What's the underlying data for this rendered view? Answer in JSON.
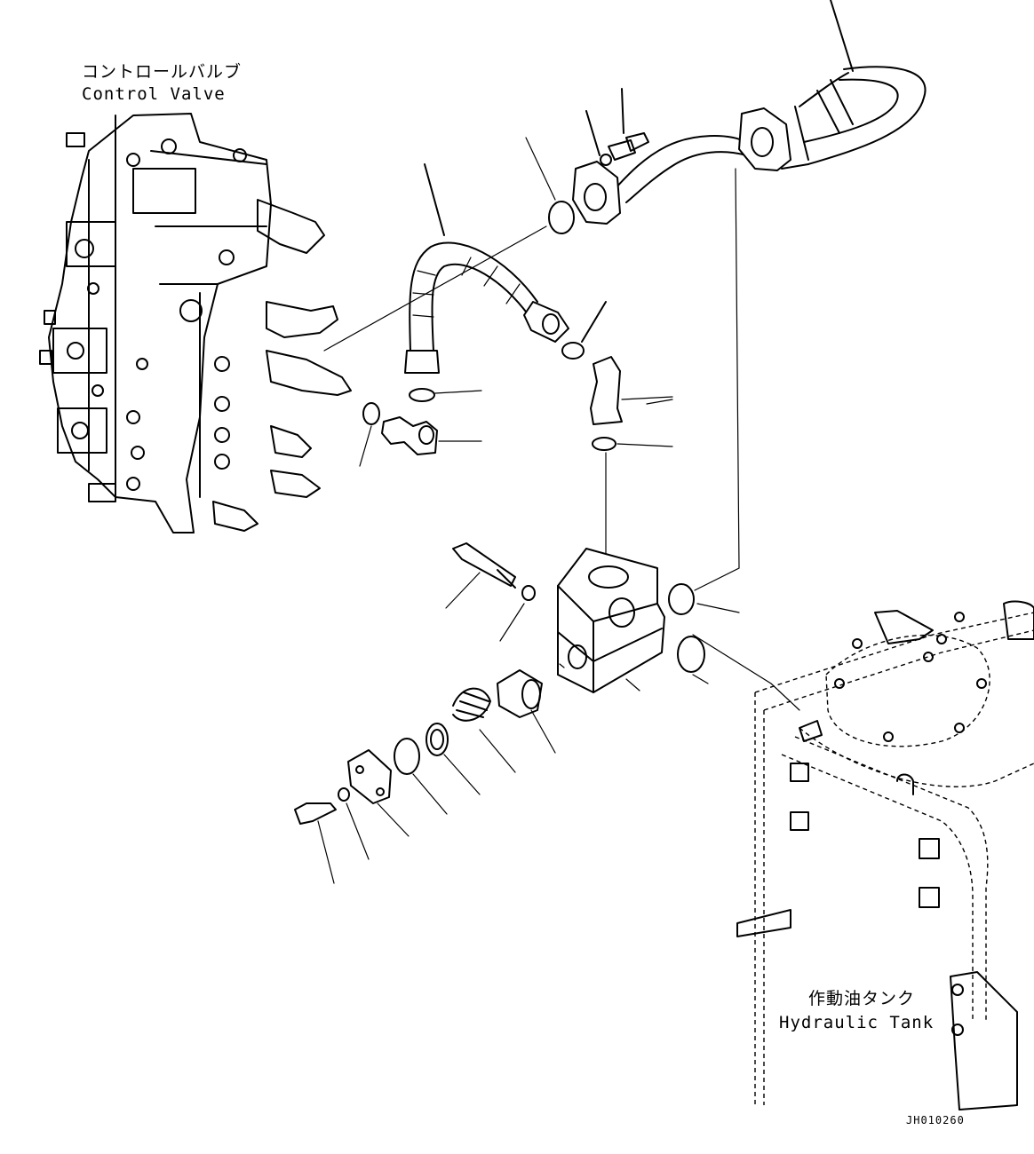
{
  "control_valve": {
    "label_jp": "コントロールバルブ",
    "label_en": "Control Valve"
  },
  "hydraulic_tank": {
    "label_jp": "作動油タンク",
    "label_en": "Hydraulic Tank"
  },
  "drawing_code": "JH010260"
}
